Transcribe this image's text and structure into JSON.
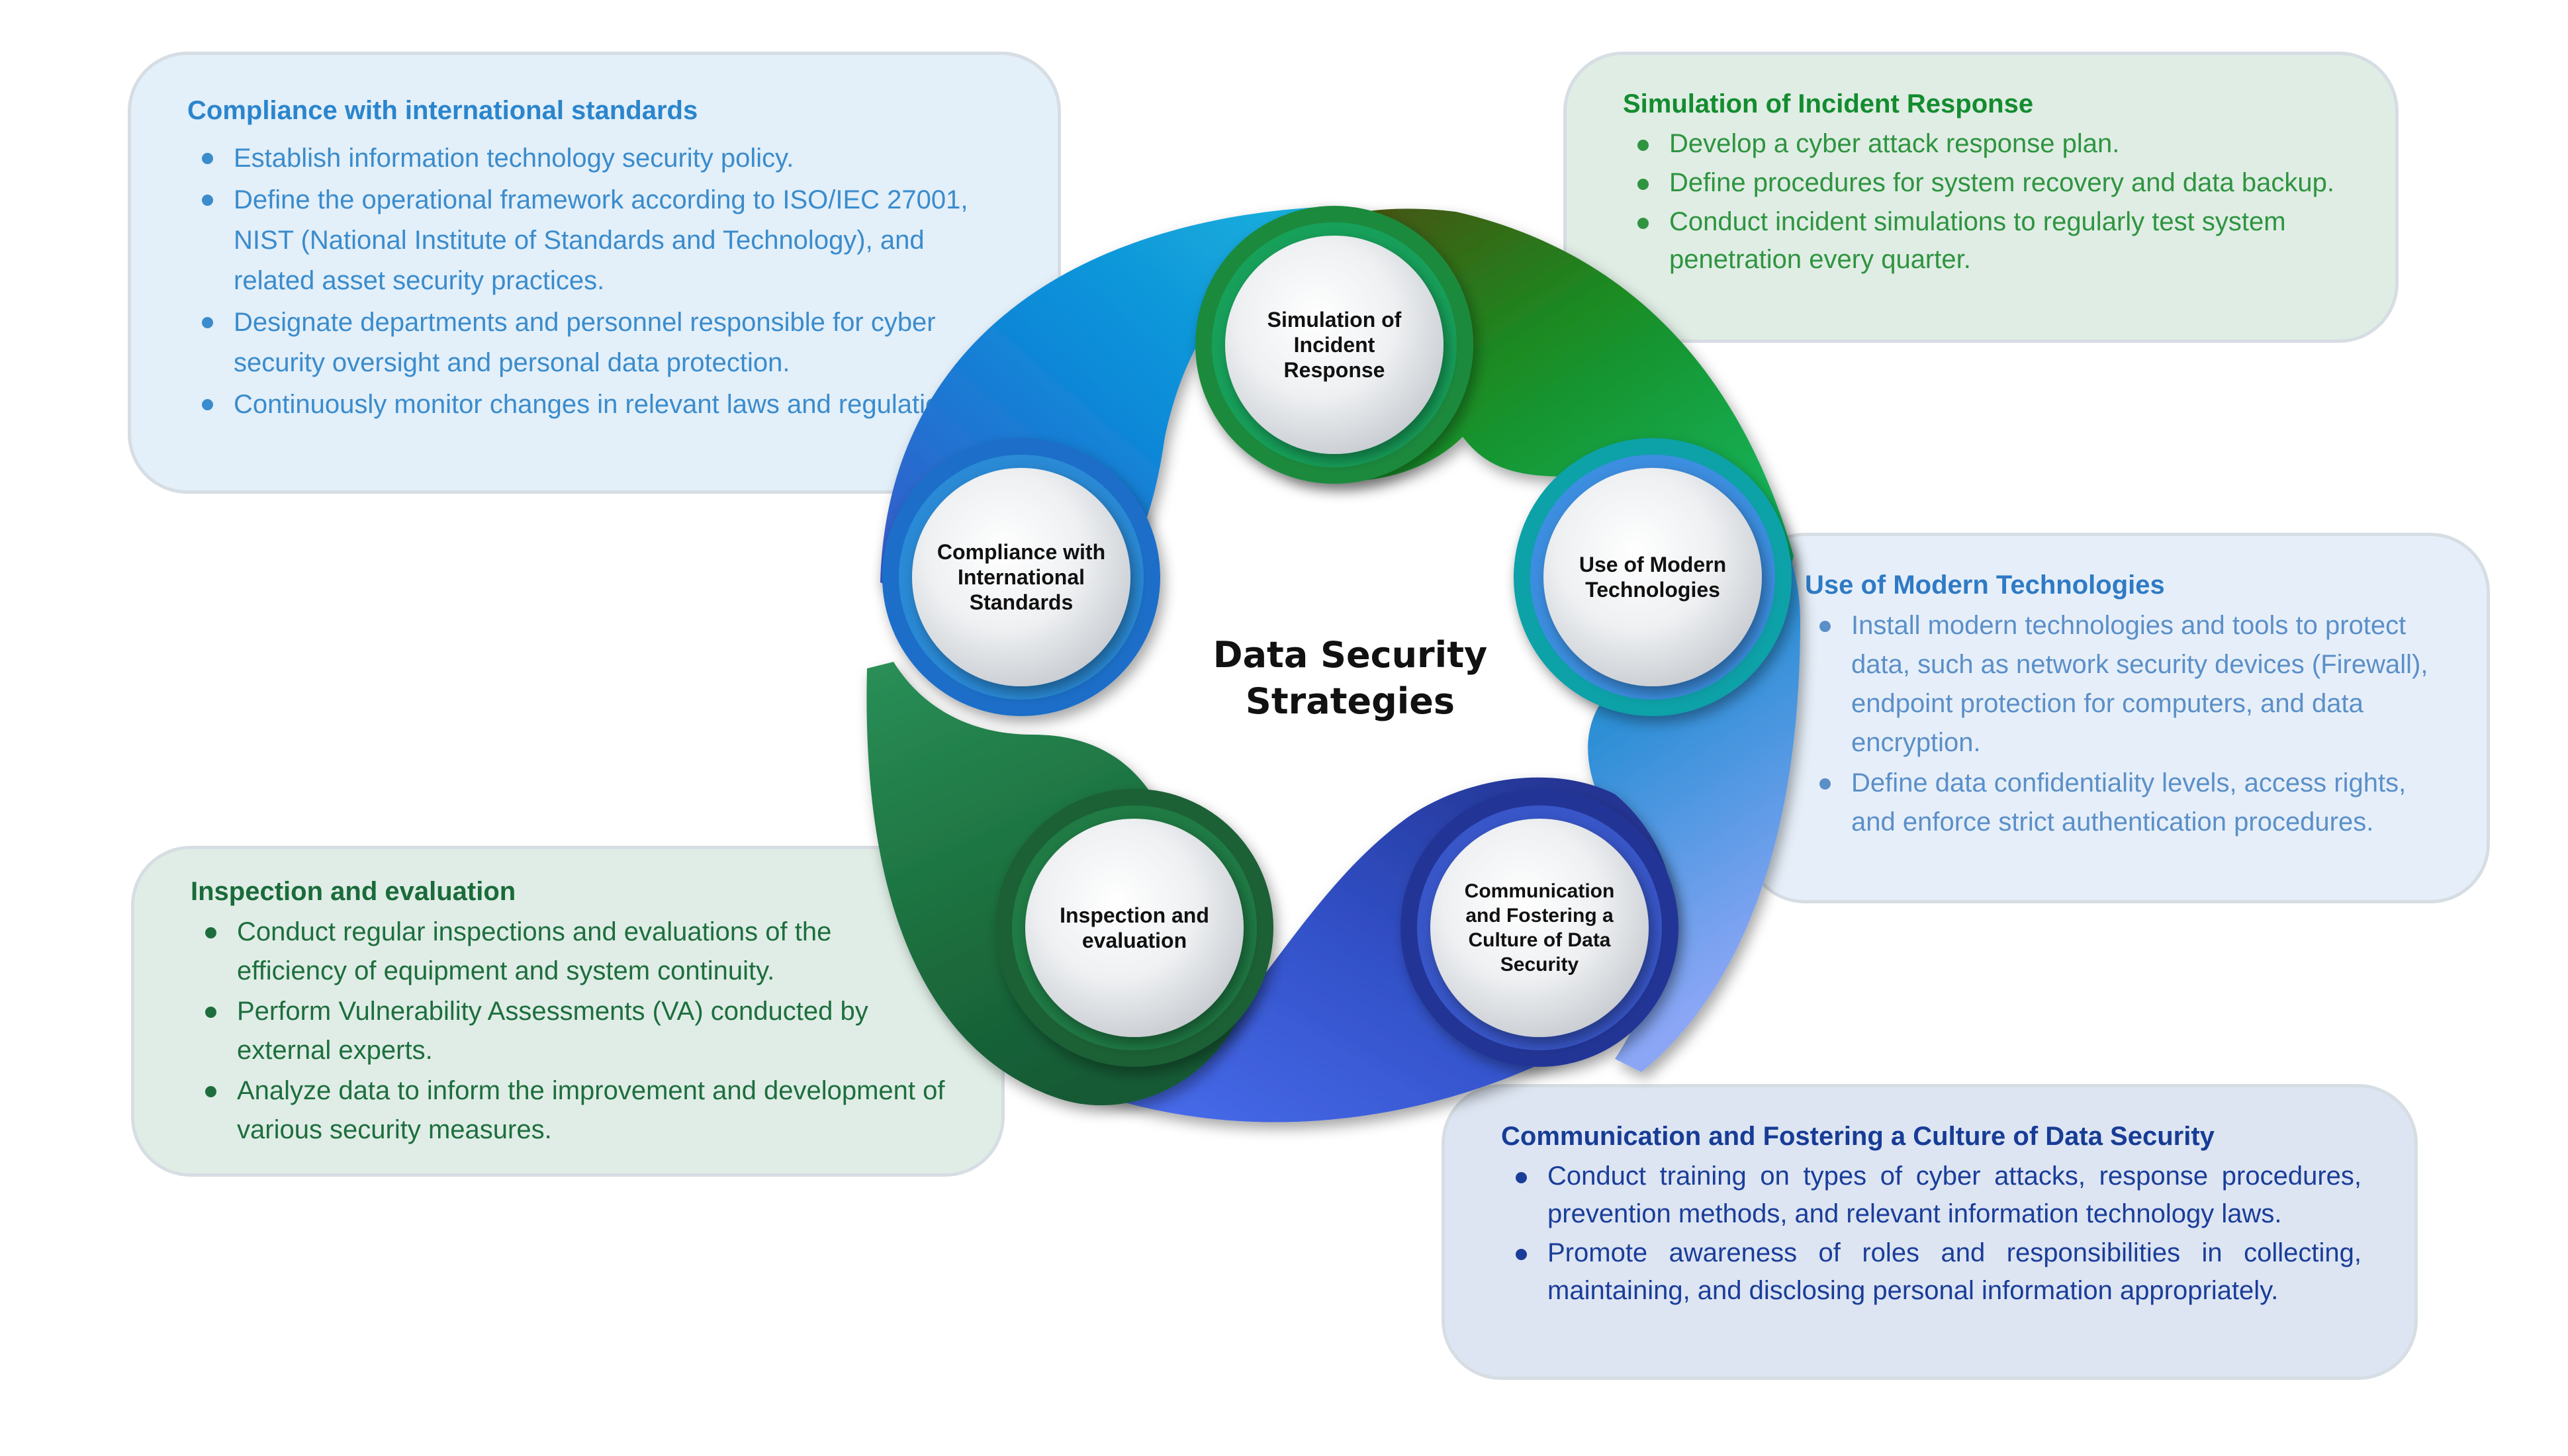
{
  "center_title": "Data Security Strategies",
  "nodes": {
    "incident": "Simulation of Incident Response",
    "modern": "Use of Modern Technologies",
    "communication": "Communication and Fostering a Culture of Data Security",
    "inspection": "Inspection and evaluation",
    "compliance": "Compliance with International Standards"
  },
  "panels": {
    "compliance": {
      "title": "Compliance with international standards",
      "items": [
        "Establish information technology security policy.",
        "Define the operational framework according to ISO/IEC 27001, NIST (National Institute of Standards and Technology), and related asset security practices.",
        "Designate departments and personnel responsible for cyber security oversight and personal data protection.",
        "Continuously monitor changes in relevant laws and regulations."
      ]
    },
    "incident": {
      "title": "Simulation of Incident Response",
      "items": [
        "Develop a cyber attack response plan.",
        "Define procedures for system recovery and data backup.",
        "Conduct incident simulations to regularly test system penetration every quarter."
      ]
    },
    "modern": {
      "title": "Use of Modern Technologies",
      "items": [
        "Install modern technologies and tools to protect data, such as network security devices (Firewall), endpoint protection for computers, and data encryption.",
        "Define data confidentiality levels, access rights, and enforce strict authentication procedures."
      ]
    },
    "inspection": {
      "title": "Inspection and evaluation",
      "items": [
        "Conduct regular inspections and evaluations of the efficiency of equipment and system continuity.",
        "Perform Vulnerability Assessments (VA) conducted by external experts.",
        "Analyze data to inform the improvement and development of various security measures."
      ]
    },
    "communication": {
      "title": "Communication and Fostering a Culture of Data Security",
      "items": [
        "Conduct training on types of cyber attacks, response procedures, prevention methods, and relevant information technology laws.",
        "Promote awareness of roles and responsibilities in collecting, maintaining, and disclosing personal information appropriately."
      ]
    }
  }
}
